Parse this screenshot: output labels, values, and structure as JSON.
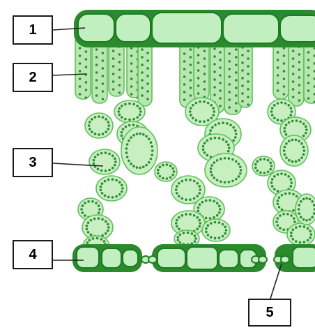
{
  "colors": {
    "cell_fill": "#b8e8b0",
    "cell_fill_light": "#c8efc0",
    "cell_stroke": "#5fbf5a",
    "epidermis_fill": "#c2efc0",
    "epidermis_stroke": "#1e7a22",
    "chloroplast": "#2e8b3a"
  },
  "labels": {
    "l1": "1",
    "l2": "2",
    "l3": "3",
    "l4": "4",
    "l5": "5"
  }
}
